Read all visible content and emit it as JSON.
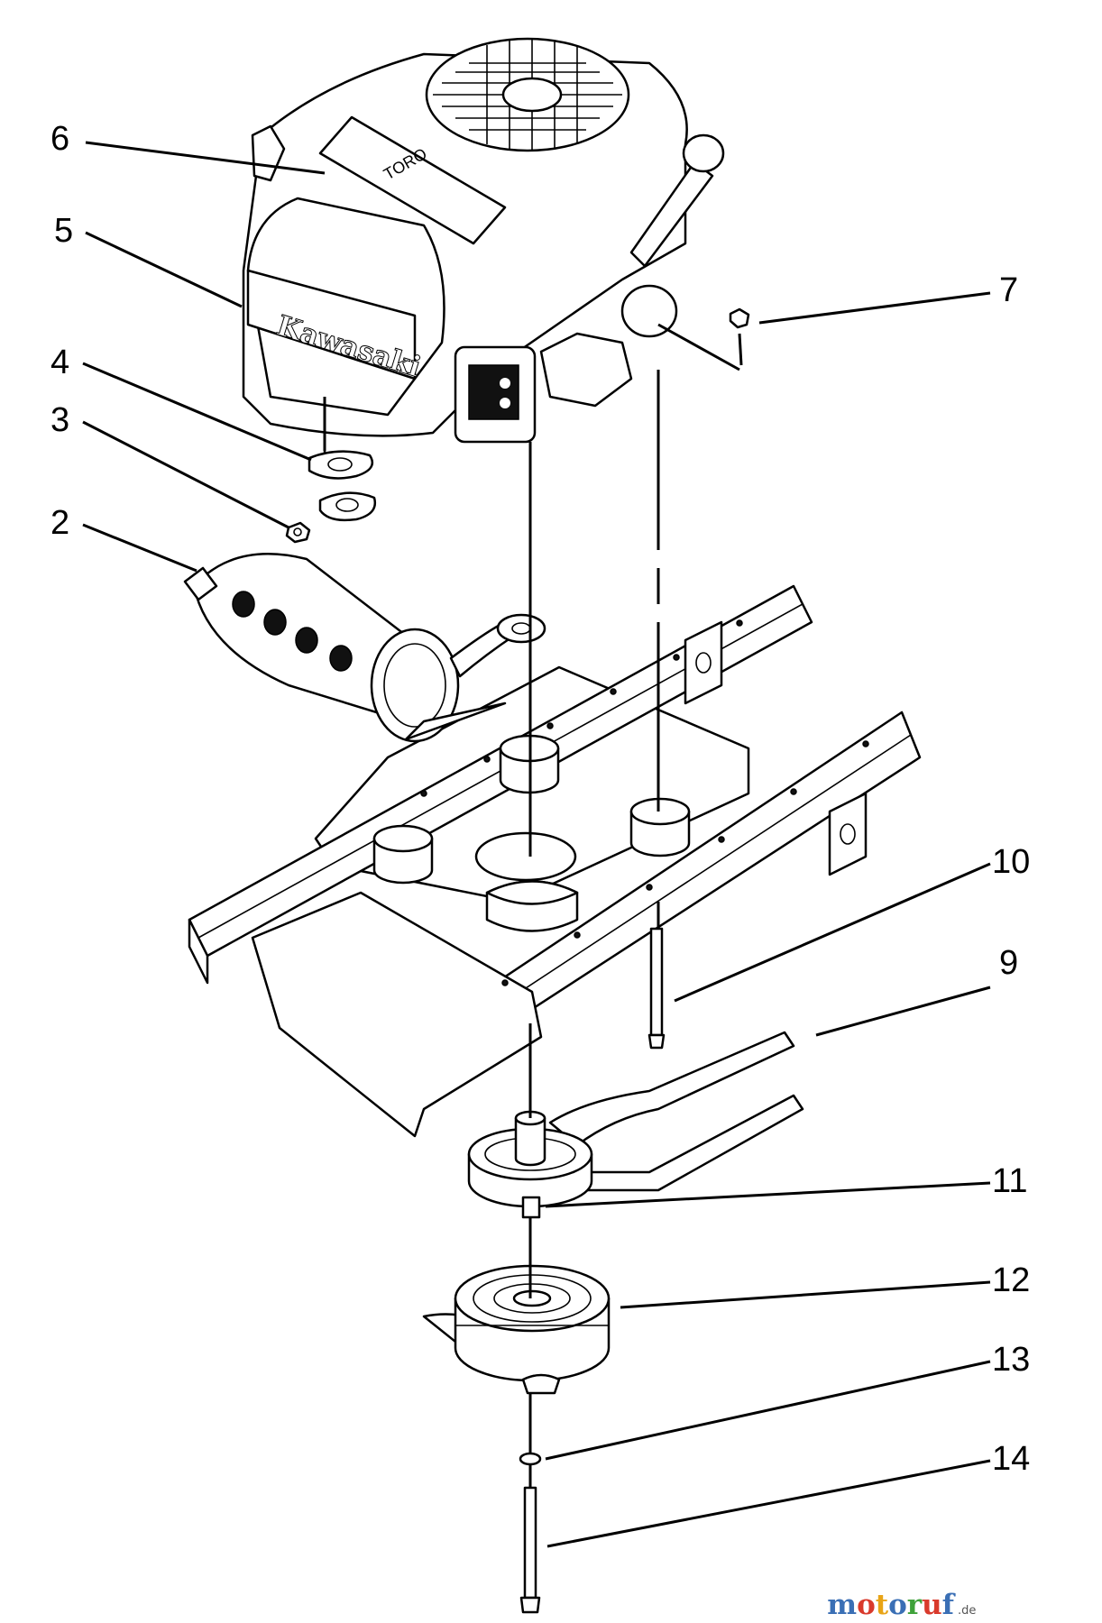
{
  "engine_label": "TORO",
  "brand_label": "Kawasaki",
  "watermark": {
    "letters": [
      "m",
      "o",
      "t",
      "o",
      "r",
      "u",
      "f"
    ],
    "colors": [
      "#3a6fb5",
      "#d93a2c",
      "#e8a417",
      "#3a6fb5",
      "#3fa23a",
      "#d93a2c",
      "#3a6fb5"
    ],
    "suffix": ".de"
  },
  "callouts": {
    "c2": "2",
    "c3": "3",
    "c4": "4",
    "c5": "5",
    "c6": "6",
    "c7": "7",
    "c9": "9",
    "c10": "10",
    "c11": "11",
    "c12": "12",
    "c13": "13",
    "c14": "14"
  }
}
